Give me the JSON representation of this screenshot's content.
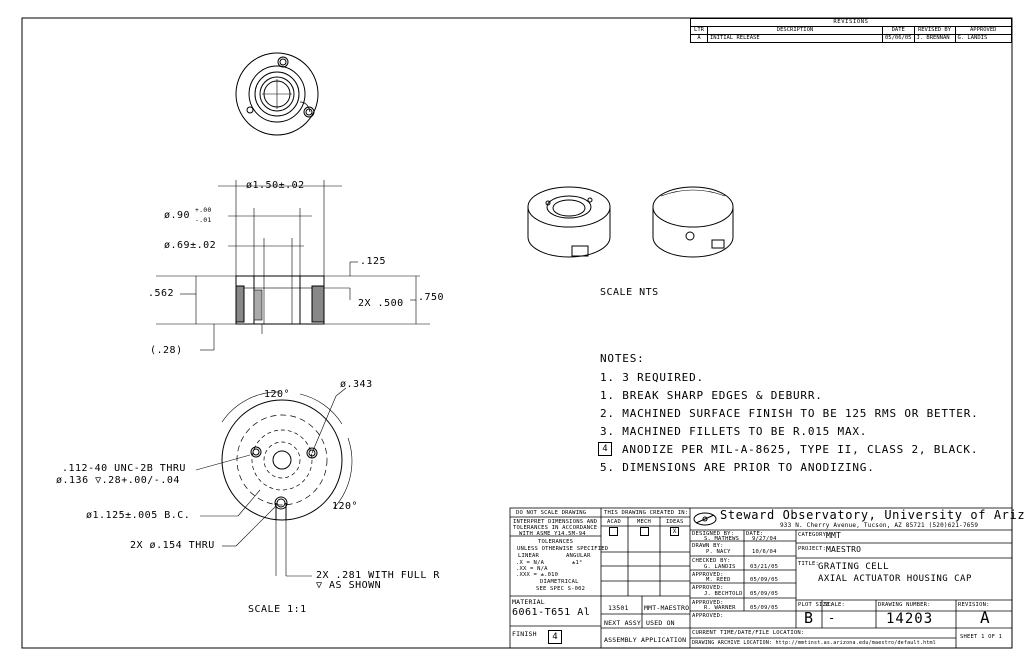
{
  "revisions": {
    "title": "REVISIONS",
    "headers": [
      "LTR",
      "DESCRIPTION",
      "DATE",
      "REVISED BY",
      "APPROVED"
    ],
    "rows": [
      [
        "A",
        "INITIAL RELEASE",
        "05/06/05",
        "J. BRENNAN",
        "G. LANDIS"
      ]
    ]
  },
  "dims": {
    "d150": "ø1.50±.02",
    "d90_main": "ø.90",
    "d90_upper": "+.00",
    "d90_lower": "-.01",
    "d69": "ø.69±.02",
    "d125": ".125",
    "d562": ".562",
    "d2x500": "2X .500",
    "d750": ".750",
    "d28": "(.28)",
    "angle1": "120°",
    "angle2": "120°",
    "d343": "ø.343",
    "thread1": ".112-40 UNC-2B THRU",
    "thread2": "ø.136 ▽.28+.00/-.04",
    "bc": "ø1.125±.005 B.C.",
    "thru154": "2X ø.154 THRU",
    "note281_1": "2X .281 WITH FULL R",
    "note281_2": "▽ AS SHOWN",
    "scale11": "SCALE 1:1",
    "scalents": "SCALE NTS"
  },
  "notes": {
    "heading": "NOTES:",
    "items": [
      "1. 3 REQUIRED.",
      "1. BREAK SHARP EDGES & DEBURR.",
      "2. MACHINED SURFACE FINISH TO BE 125 RMS OR BETTER.",
      "3. MACHINED FILLETS TO BE R.015 MAX.",
      "ANODIZE PER MIL-A-8625, TYPE II, CLASS 2, BLACK.",
      "5. DIMENSIONS ARE PRIOR TO ANODIZING."
    ],
    "flag_number": "4"
  },
  "title_block": {
    "do_not_scale": "DO NOT SCALE DRAWING",
    "interpret": [
      "INTERPRET DIMENSIONS AND",
      "TOLERANCES IN ACCORDANCE",
      "WITH ASME Y14.5M-94"
    ],
    "tolerances_title": "TOLERANCES",
    "tolerances_sub": "UNLESS OTHERWISE SPECIFIED",
    "linear_label": "LINEAR",
    "angular_label": "ANGULAR",
    "tol_lines": [
      ".X  = N/A",
      ".XX = N/A",
      ".XXX = ±.010"
    ],
    "angular_value": "±1°",
    "diametrical": "DIAMETRICAL",
    "see_spec": "SEE SPEC S-002",
    "material_label": "MATERIAL",
    "material_value": "6061-T651 Al",
    "finish_label": "FINISH",
    "finish_flag": "4",
    "created_in": "THIS DRAWING CREATED IN:",
    "software": [
      "ACAD",
      "MECH",
      "IDEAS"
    ],
    "ideas_mark": "X",
    "next_assy_value": "13501",
    "used_on_value": "MMT-MAESTRO",
    "next_assy": "NEXT ASSY",
    "used_on": "USED ON",
    "assembly_app": "ASSEMBLY APPLICATION",
    "org": "Steward Observatory, University of Arizona",
    "address": "933 N. Cherry Avenue, Tucson, AZ  85721  (520)621-7659",
    "designed_by_label": "DESIGNED BY:",
    "designed_by": "S. MATHEWS",
    "date_label": "DATE:",
    "date1": "9/27/04",
    "drawn_by_label": "DRAWN BY:",
    "drawn_by": "P. NACY",
    "date2": "10/6/04",
    "checked_by_label": "CHECKED BY:",
    "checked_by": "G. LANDIS",
    "date3": "03/21/05",
    "approved_label": "APPROVED:",
    "approved1": "M. REED",
    "date4": "05/09/05",
    "approved2": "J. BECHTOLD",
    "date5": "05/09/05",
    "approved3": "R. WARNER",
    "date6": "05/09/05",
    "category_label": "CATEGORY:",
    "category": "MMT",
    "project_label": "PROJECT:",
    "project": "MAESTRO",
    "title_label": "TITLE:",
    "title1": "GRATING CELL",
    "title2": "AXIAL ACTUATOR HOUSING CAP",
    "plot_size_label": "PLOT SIZE:",
    "plot_size": "B",
    "scale_label": "SCALE:",
    "scale": "-",
    "drawing_number_label": "DRAWING NUMBER:",
    "drawing_number": "14203",
    "revision_label": "REVISION:",
    "revision": "A",
    "current_time_label": "CURRENT TIME/DATE/FILE LOCATION:",
    "archive_label": "DRAWING ARCHIVE LOCATION: http://mmtinst.as.arizona.edu/maestro/default.html",
    "sheet": "SHEET 1 OF 1"
  }
}
